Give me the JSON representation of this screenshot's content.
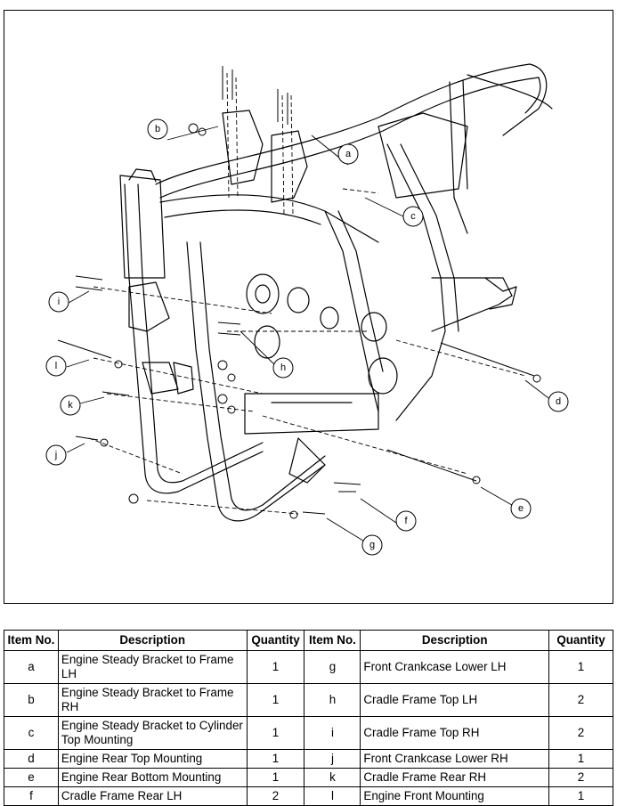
{
  "callouts": [
    "a",
    "b",
    "c",
    "d",
    "e",
    "f",
    "g",
    "h",
    "i",
    "j",
    "k",
    "l"
  ],
  "table": {
    "headers": [
      "Item No.",
      "Description",
      "Quantity",
      "Item No.",
      "Description",
      "Quantity"
    ],
    "rows": [
      {
        "item1": "a",
        "desc1": "Engine Steady Bracket to Frame LH",
        "qty1": "1",
        "item2": "g",
        "desc2": "Front Crankcase Lower LH",
        "qty2": "1"
      },
      {
        "item1": "b",
        "desc1": "Engine Steady Bracket to Frame RH",
        "qty1": "1",
        "item2": "h",
        "desc2": "Cradle Frame Top LH",
        "qty2": "2"
      },
      {
        "item1": "c",
        "desc1": "Engine Steady Bracket to Cylinder Top Mounting",
        "qty1": "1",
        "item2": "i",
        "desc2": "Cradle Frame Top RH",
        "qty2": "2"
      },
      {
        "item1": "d",
        "desc1": "Engine Rear Top Mounting",
        "qty1": "1",
        "item2": "j",
        "desc2": "Front Crankcase Lower RH",
        "qty2": "1"
      },
      {
        "item1": "e",
        "desc1": "Engine Rear Bottom Mounting",
        "qty1": "1",
        "item2": "k",
        "desc2": "Cradle Frame Rear RH",
        "qty2": "2"
      },
      {
        "item1": "f",
        "desc1": "Cradle Frame Rear LH",
        "qty1": "2",
        "item2": "l",
        "desc2": "Engine Front Mounting",
        "qty2": "1"
      }
    ]
  }
}
